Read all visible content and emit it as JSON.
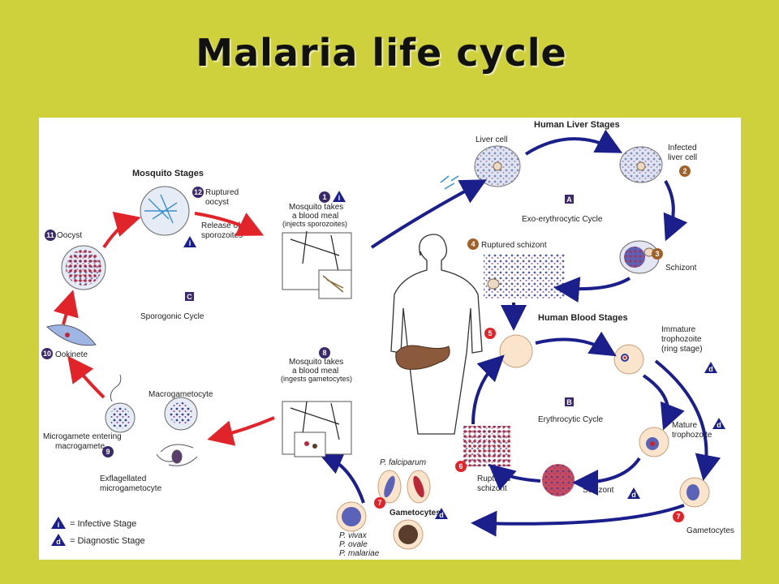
{
  "title": "Malaria life cycle",
  "colors": {
    "background": "#cfd13c",
    "blue_arrow": "#1a1f8c",
    "red_arrow": "#e0242a",
    "badge_purple": "#3b2a6b",
    "badge_brown": "#a0622a",
    "badge_red": "#e0242a"
  },
  "sections": {
    "liver": "Human Liver Stages",
    "blood": "Human Blood Stages",
    "mosquito": "Mosquito Stages"
  },
  "cycles": {
    "A": {
      "letter": "A",
      "name": "Exo-erythrocytic Cycle"
    },
    "B": {
      "letter": "B",
      "name": "Erythrocytic Cycle"
    },
    "C": {
      "letter": "C",
      "name": "Sporogonic Cycle"
    }
  },
  "stages": {
    "s1_line1": "Mosquito takes",
    "s1_line2": "a blood meal",
    "s1_line3": "(injects sporozoites)",
    "liver_cell": "Liver cell",
    "infected_line1": "Infected",
    "infected_line2": "liver cell",
    "schizont": "Schizont",
    "ruptured_schizont": "Ruptured schizont",
    "immature_line1": "Immature",
    "immature_line2": "trophozoite",
    "immature_line3": "(ring stage)",
    "mature_line1": "Mature",
    "mature_line2": "trophozoite",
    "blood_schizont": "Schizont",
    "ruptured_line1": "Ruptured",
    "ruptured_line2": "schizont",
    "gametocytes": "Gametocytes",
    "gametocytes_left": "Gametocytes",
    "p_falciparum": "P. falciparum",
    "p_vivax": "P. vivax",
    "p_ovale": "P. ovale",
    "p_malariae": "P. malariae",
    "s8_line1": "Mosquito takes",
    "s8_line2": "a blood meal",
    "s8_line3": "(ingests gametocytes)",
    "macrogametocyte": "Macrogametocyte",
    "microgamete_line1": "Microgamete entering",
    "microgamete_line2": "macrogamete",
    "exflag_line1": "Exflagellated",
    "exflag_line2": "microgametocyte",
    "ookinete": "Ookinete",
    "oocyst": "Oocyst",
    "ruptured_oocyst_line1": "Ruptured",
    "ruptured_oocyst_line2": "oocyst",
    "release_line1": "Release of",
    "release_line2": "sporozoites"
  },
  "badges": {
    "n1": "1",
    "n2": "2",
    "n3": "3",
    "n4": "4",
    "n5": "5",
    "n6": "6",
    "n7a": "7",
    "n7b": "7",
    "n8": "8",
    "n9": "9",
    "n10": "10",
    "n11": "11",
    "n12": "12",
    "i": "i",
    "d": "d"
  },
  "legend": {
    "infective": "= Infective Stage",
    "diagnostic": "= Diagnostic Stage"
  }
}
